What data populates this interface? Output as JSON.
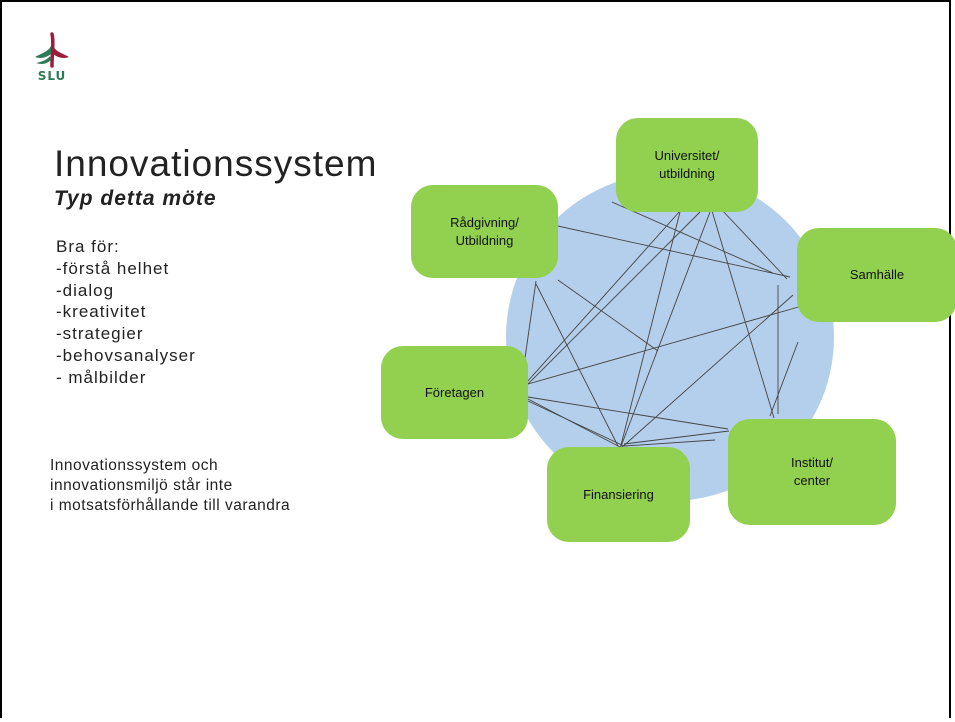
{
  "logo": {
    "text": "SLU",
    "colors": {
      "green": "#2e7a56",
      "red": "#9b1d3a"
    }
  },
  "slide": {
    "title": "Innovationssystem",
    "subtitle": "Typ detta möte",
    "benefits_heading": "Bra för:",
    "benefits": [
      "-förstå helhet",
      "-dialog",
      "-kreativitet",
      "-strategier",
      "-behovsanalyser",
      "- målbilder"
    ],
    "note_lines": [
      "Innovationssystem och",
      "innovationsmiljö står inte",
      "i motsatsförhållande till varandra"
    ]
  },
  "diagram": {
    "colors": {
      "node_fill": "#92d050",
      "circle_fill": "#b4cfeb",
      "line": "#444444"
    },
    "nodes": [
      {
        "id": "universitet",
        "label": "Universitet/\nutbildning"
      },
      {
        "id": "radgivning",
        "label": "Rådgivning/\nUtbildning"
      },
      {
        "id": "samhalle",
        "label": "Samhälle"
      },
      {
        "id": "foretagen",
        "label": "Företagen"
      },
      {
        "id": "institut",
        "label": "Institut/\ncenter"
      },
      {
        "id": "finansiering",
        "label": "Finansiering"
      }
    ]
  }
}
